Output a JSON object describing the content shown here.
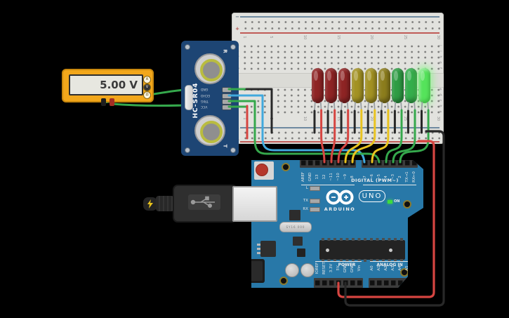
{
  "colors": {
    "wire_red": "#D64541",
    "wire_yellow": "#E9C31F",
    "wire_green": "#35A84C",
    "wire_blue": "#41A9DD",
    "wire_black": "#282828",
    "arduino_board": "#2878A8",
    "sensor_board": "#1D4574",
    "multimeter_body": "#F2A71B",
    "breadboard": "#E2E2DE",
    "rail_red": "#C05B57",
    "rail_blue": "#6F8AA0"
  },
  "multimeter": {
    "reading": "5.00 V",
    "modes": [
      {
        "label": "A",
        "selected": false
      },
      {
        "label": "V",
        "selected": true
      },
      {
        "label": "Ω",
        "selected": false
      }
    ]
  },
  "ultrasonic_sensor": {
    "label": "HC-SR04",
    "mark_top": "R",
    "mark_bottom": "T",
    "pins": [
      "GND",
      "ECHO",
      "TRIG",
      "VCC"
    ]
  },
  "breadboard": {
    "column_numbers": [
      "1",
      "5",
      "10",
      "15",
      "20",
      "25",
      "30"
    ],
    "row_letters_top": [
      "j",
      "i",
      "h",
      "g",
      "f"
    ],
    "row_letters_bottom": [
      "e",
      "d",
      "c",
      "b",
      "a"
    ],
    "signs": {
      "negative": "−",
      "positive": "+"
    }
  },
  "leds": [
    {
      "color_name": "red",
      "hex": "#8E2424",
      "lit": false
    },
    {
      "color_name": "red",
      "hex": "#8E2424",
      "lit": false
    },
    {
      "color_name": "red",
      "hex": "#8E2424",
      "lit": false
    },
    {
      "color_name": "yellow",
      "hex": "#A39223",
      "lit": false
    },
    {
      "color_name": "yellow",
      "hex": "#A39223",
      "lit": false
    },
    {
      "color_name": "yellow",
      "hex": "#8C7D1D",
      "lit": false
    },
    {
      "color_name": "green",
      "hex": "#2E9C44",
      "lit": false
    },
    {
      "color_name": "green",
      "hex": "#33AD4C",
      "lit": false
    },
    {
      "color_name": "green",
      "hex": "#55E35B",
      "lit": true
    }
  ],
  "arduino": {
    "digital_label": "DIGITAL (PWM~)",
    "digital_pins": [
      "AREF",
      "GND",
      "13",
      "12",
      "~11",
      "~10",
      "~9",
      "8",
      "7",
      "~6",
      "~5",
      "4",
      "~3",
      "2",
      "TX→1",
      "RX←0"
    ],
    "power_label": "POWER",
    "analog_label": "ANALOG IN",
    "power_pins": [
      "IOREF",
      "RESET",
      "3.3V",
      "5V",
      "GND",
      "GND",
      "Vin"
    ],
    "analog_pins": [
      "A0",
      "A1",
      "A2",
      "A3",
      "A4",
      "A5"
    ],
    "brand": "ARDUINO",
    "model": "UNO",
    "on_label": "ON",
    "led_labels": {
      "l": "L",
      "tx": "TX",
      "rx": "RX"
    },
    "crystal_text": "SY16 000"
  }
}
